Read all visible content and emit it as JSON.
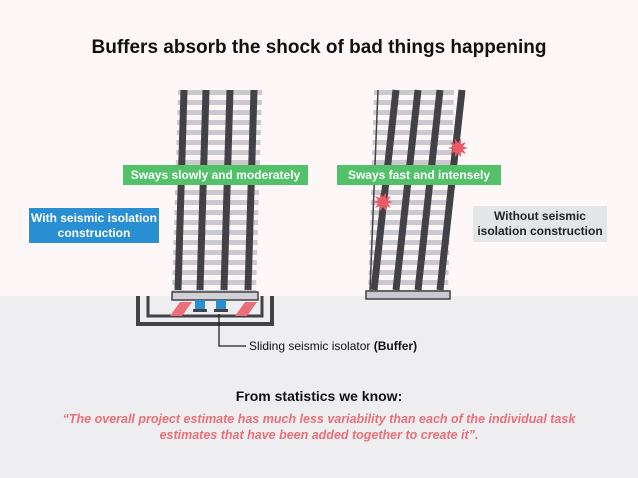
{
  "title": "Buffers absorb the shock of bad things happening",
  "left_building": {
    "sway_label": "Sways slowly and moderately",
    "side_label": "With seismic isolation construction"
  },
  "right_building": {
    "sway_label": "Sways fast and intensely",
    "side_label": "Without seismic isolation construction"
  },
  "isolator": {
    "label_plain": "Sliding seismic isolator",
    "label_bold": "(Buffer)"
  },
  "stats": {
    "heading": "From statistics we know:",
    "quote": "“The overall project estimate has much less variability than each of the individual task estimates that have been added together to create it”."
  },
  "colors": {
    "beam": "#414146",
    "floor": "#c9c9cf",
    "green": "#52c16a",
    "blue": "#2a8fd2",
    "quote": "#ea6f78",
    "burst": "#ea5a66"
  }
}
